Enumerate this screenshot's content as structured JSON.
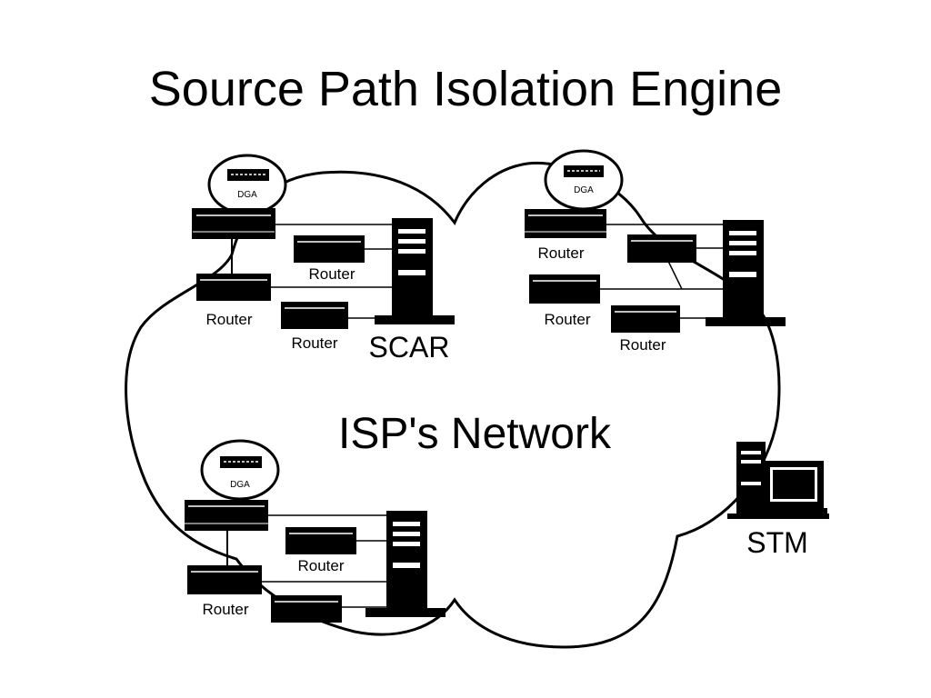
{
  "slide": {
    "title": "Source Path Isolation Engine"
  },
  "diagram": {
    "network_label": "ISP's Network",
    "scar_label": "SCAR",
    "stm_label": "STM",
    "router_label": "Router",
    "dga_label": "DGA",
    "colors": {
      "ink": "#000000",
      "paper": "#ffffff"
    }
  }
}
